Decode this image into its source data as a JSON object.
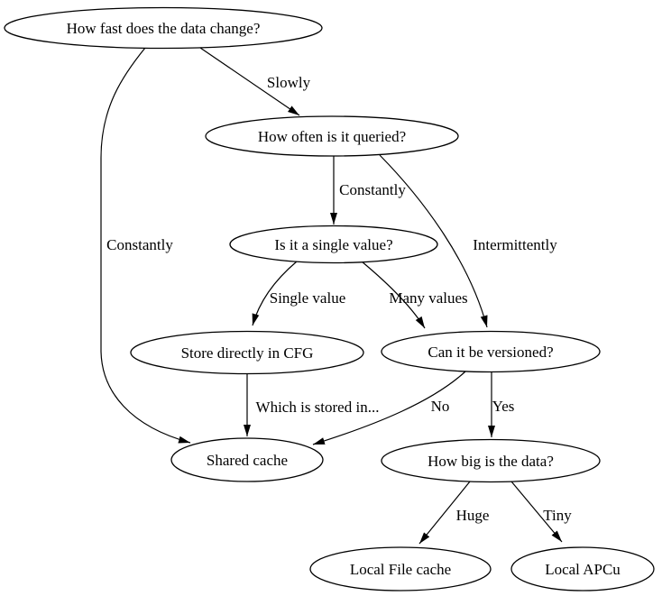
{
  "diagram": {
    "type": "flowchart-decision-tree",
    "colors": {
      "background": "#ffffff",
      "node_fill": "#ffffff",
      "stroke": "#000000",
      "text": "#000000"
    },
    "nodes": [
      {
        "id": "data-change",
        "label": "How fast does the data change?"
      },
      {
        "id": "queried",
        "label": "How often is it queried?"
      },
      {
        "id": "single-value",
        "label": "Is it a single value?"
      },
      {
        "id": "store-cfg",
        "label": "Store directly in CFG"
      },
      {
        "id": "versioned",
        "label": "Can it be versioned?"
      },
      {
        "id": "shared-cache",
        "label": "Shared cache"
      },
      {
        "id": "big-data",
        "label": "How big is the data?"
      },
      {
        "id": "local-file",
        "label": "Local File cache"
      },
      {
        "id": "local-apcu",
        "label": "Local APCu"
      }
    ],
    "edges": [
      {
        "from": "data-change",
        "to": "queried",
        "label": "Slowly"
      },
      {
        "from": "data-change",
        "to": "shared-cache",
        "label": "Constantly"
      },
      {
        "from": "queried",
        "to": "single-value",
        "label": "Constantly"
      },
      {
        "from": "queried",
        "to": "versioned",
        "label": "Intermittently"
      },
      {
        "from": "single-value",
        "to": "store-cfg",
        "label": "Single value"
      },
      {
        "from": "single-value",
        "to": "versioned",
        "label": "Many values"
      },
      {
        "from": "store-cfg",
        "to": "shared-cache",
        "label": "Which is stored in..."
      },
      {
        "from": "versioned",
        "to": "shared-cache",
        "label": "No"
      },
      {
        "from": "versioned",
        "to": "big-data",
        "label": "Yes"
      },
      {
        "from": "big-data",
        "to": "local-file",
        "label": "Huge"
      },
      {
        "from": "big-data",
        "to": "local-apcu",
        "label": "Tiny"
      }
    ]
  }
}
